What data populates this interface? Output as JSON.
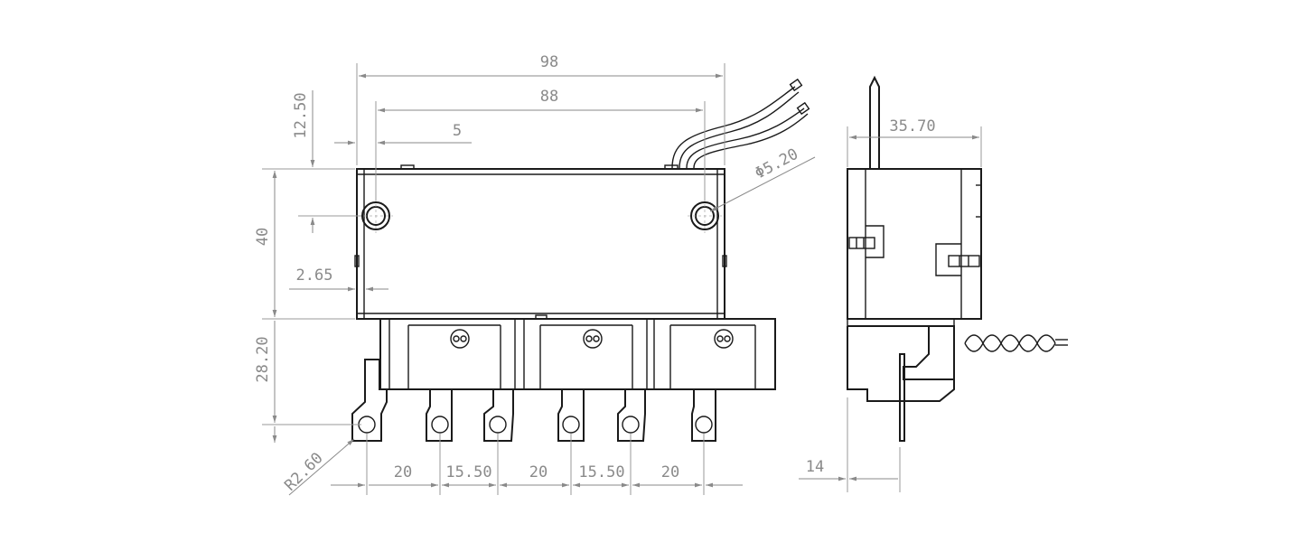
{
  "dimensions": {
    "overall_width": "98",
    "hole_spacing": "88",
    "hole_offset_x": "5",
    "hole_offset_y": "12.50",
    "mounting_hole_dia": "Φ5.20",
    "body_height": "40",
    "side_offset": "2.65",
    "terminal_height": "28.20",
    "terminal_radius": "R2.60",
    "pitch_1": "20",
    "pitch_2": "15.50",
    "pitch_3": "20",
    "pitch_4": "15.50",
    "pitch_5": "20",
    "side_depth": "35.70",
    "side_terminal_offset": "14"
  },
  "colors": {
    "outline": "#1a1a1a",
    "dimension": "#8a8a8a"
  }
}
